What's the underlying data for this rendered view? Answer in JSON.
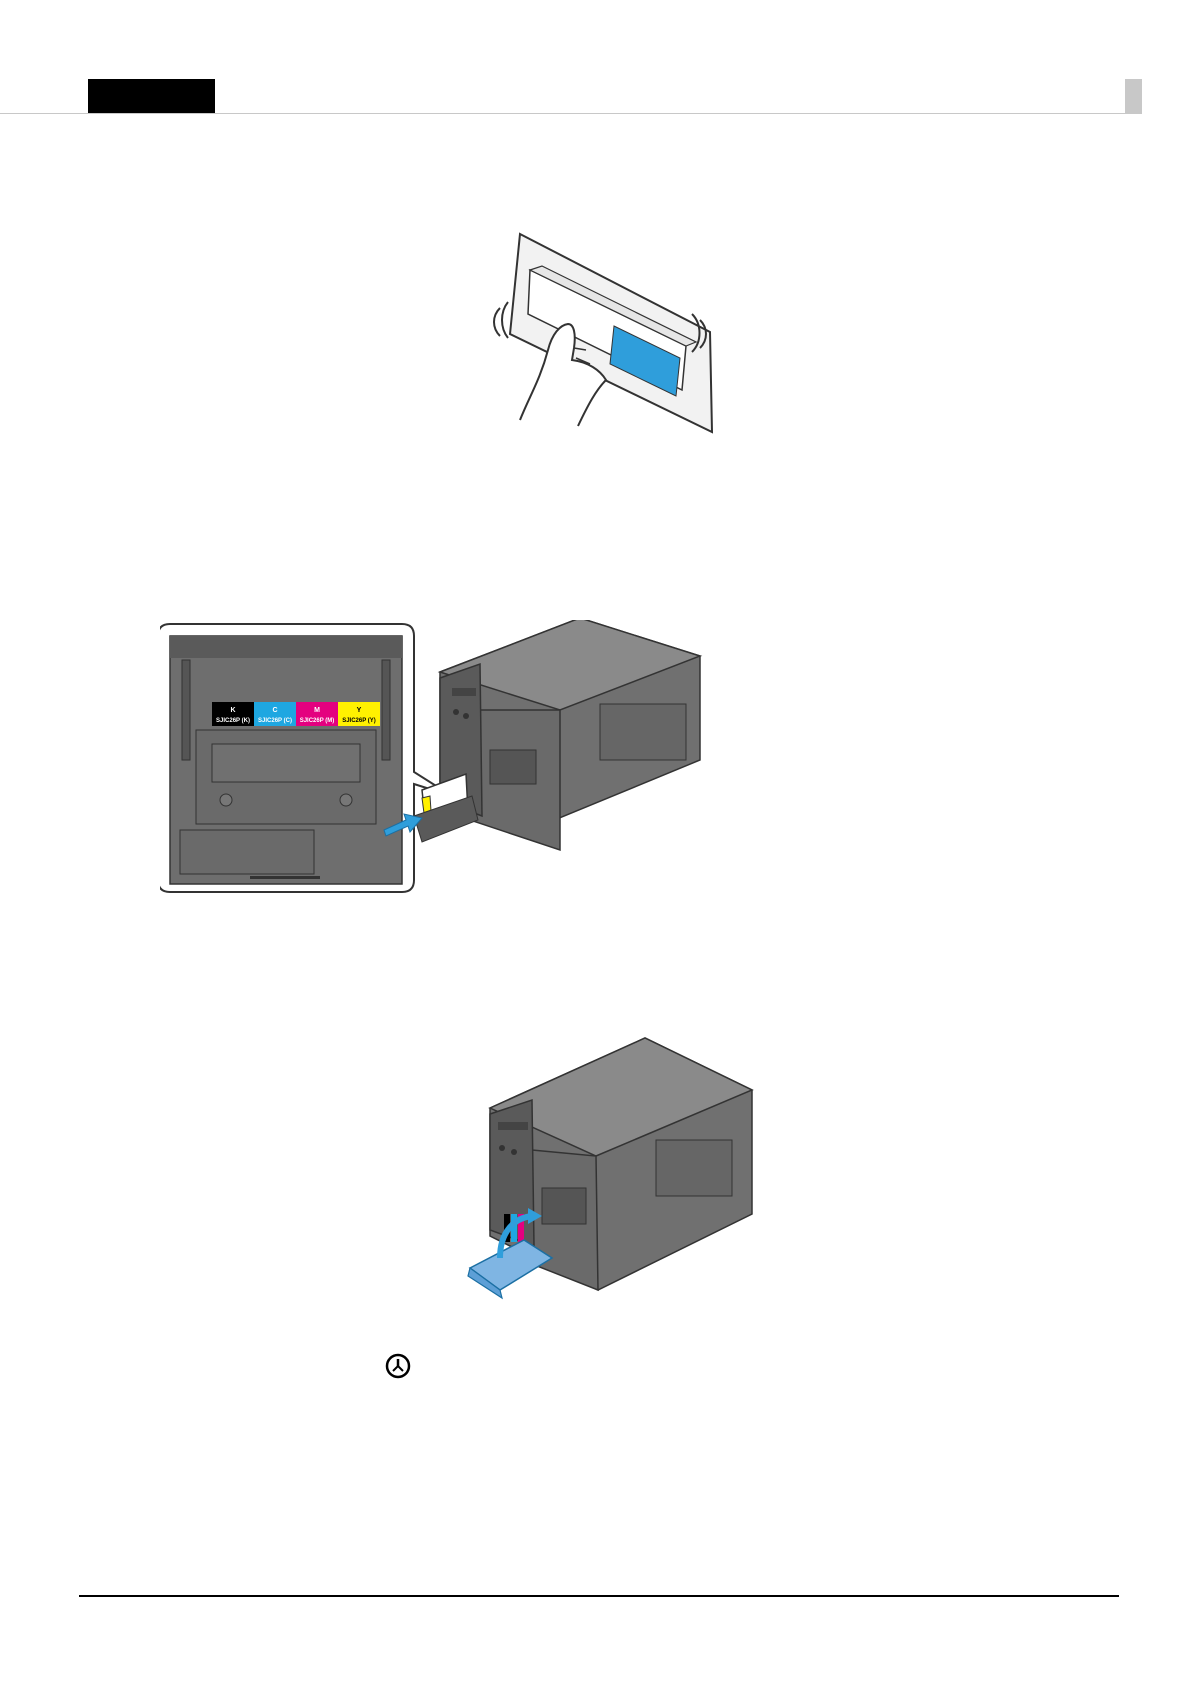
{
  "figures": {
    "shake_cartridge": {
      "icon": "hand-shaking-ink-pack",
      "ink_color": "#2f9edb"
    },
    "insert_cartridge": {
      "icon": "printer-cartridge-insert",
      "slots": [
        {
          "letter": "K",
          "code": "SJIC26P (K)",
          "bg": "#000000",
          "fg": "#ffffff"
        },
        {
          "letter": "C",
          "code": "SJIC26P (C)",
          "bg": "#1ea7e1",
          "fg": "#ffffff"
        },
        {
          "letter": "M",
          "code": "SJIC26P (M)",
          "bg": "#e4007f",
          "fg": "#ffffff"
        },
        {
          "letter": "Y",
          "code": "SJIC26P (Y)",
          "bg": "#fff100",
          "fg": "#000000"
        }
      ],
      "arrow_color": "#2f9edb"
    },
    "close_cover": {
      "icon": "printer-close-cover",
      "cover_color": "#7fb5e3"
    }
  },
  "power_icon": "power-icon",
  "colors": {
    "printer_body": "#707070",
    "printer_dark": "#4a4a4a",
    "accent": "#2f9edb"
  }
}
